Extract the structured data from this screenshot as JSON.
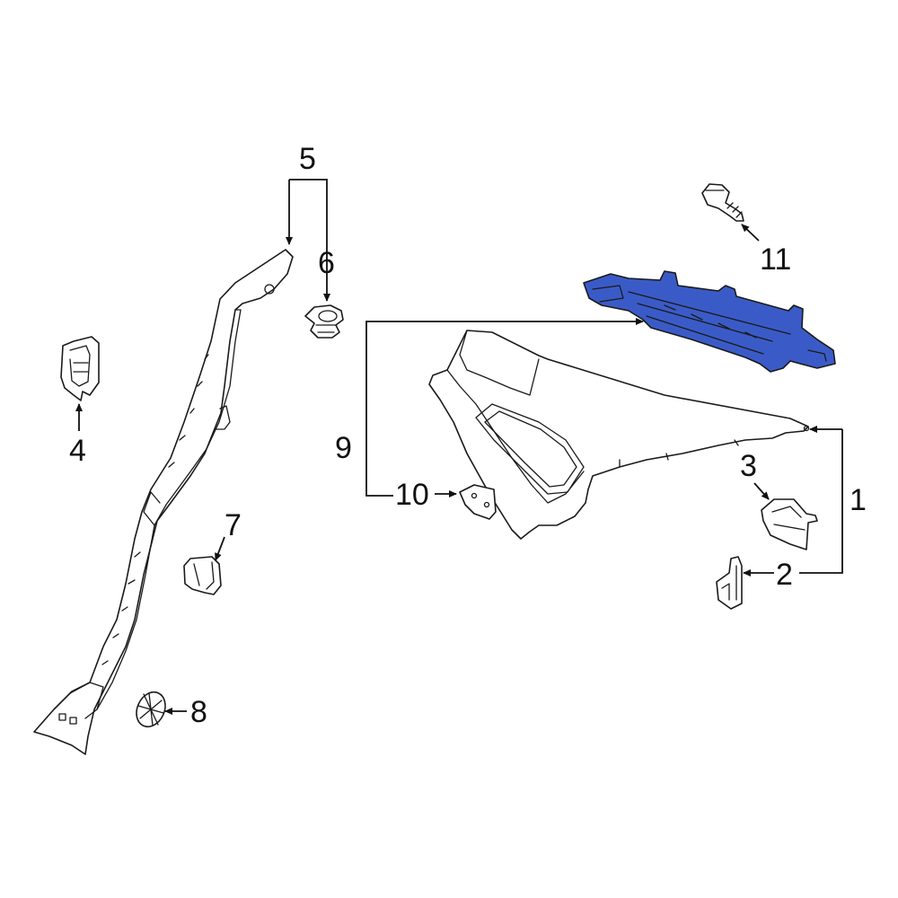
{
  "diagram": {
    "highlight_color": "#3a5bc7",
    "callouts": [
      {
        "id": "1",
        "label": "1"
      },
      {
        "id": "2",
        "label": "2"
      },
      {
        "id": "3",
        "label": "3"
      },
      {
        "id": "4",
        "label": "4"
      },
      {
        "id": "5",
        "label": "5"
      },
      {
        "id": "6",
        "label": "6"
      },
      {
        "id": "7",
        "label": "7"
      },
      {
        "id": "8",
        "label": "8"
      },
      {
        "id": "9",
        "label": "9"
      },
      {
        "id": "10",
        "label": "10"
      },
      {
        "id": "11",
        "label": "11"
      }
    ]
  }
}
